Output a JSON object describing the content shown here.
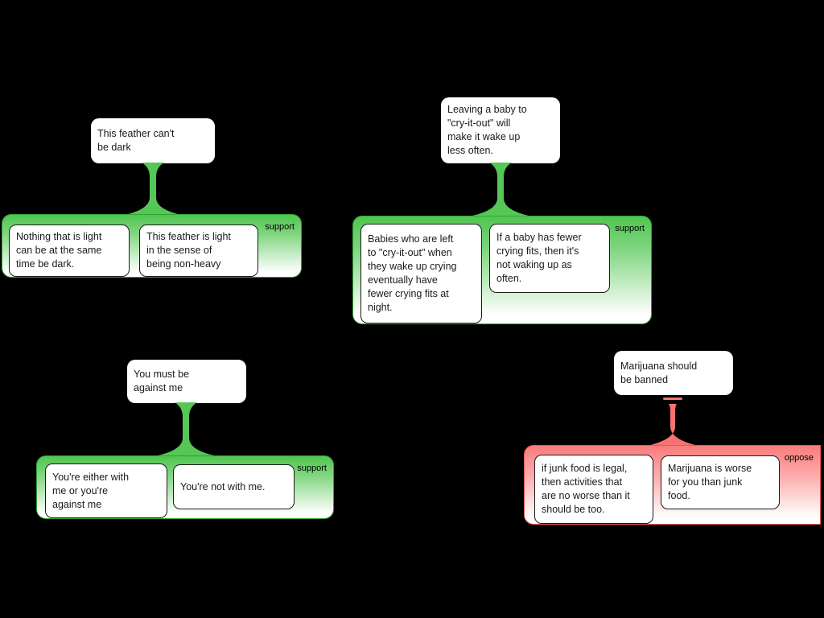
{
  "app": {
    "background": "#000000",
    "node_background": "#ffffff",
    "text_color": "#1a1a1a"
  },
  "colors": {
    "support_accent": "#55c755",
    "support_gradient_top": "#50c550",
    "support_border": "#2fa52f",
    "oppose_accent": "#f87272",
    "oppose_gradient_top": "#f97c7c",
    "oppose_border": "#e85555"
  },
  "trees": [
    {
      "id": "feather",
      "relation": "support",
      "label": "support",
      "claim": "This feather can't\nbe dark",
      "premises": [
        "Nothing that is light\ncan be at the same\ntime be dark.",
        "This feather is light\nin the sense of\nbeing non-heavy"
      ]
    },
    {
      "id": "cry-it-out",
      "relation": "support",
      "label": "support",
      "claim": "Leaving a baby to\n\"cry-it-out\" will\nmake it wake up\nless often.",
      "premises": [
        "Babies who are left\nto \"cry-it-out\" when\nthey wake up crying\neventually have\nfewer crying fits at\nnight.",
        "If a baby has fewer\ncrying fits, then it's\nnot waking up as\noften."
      ]
    },
    {
      "id": "against-me",
      "relation": "support",
      "label": "support",
      "claim": "You must be\nagainst me",
      "premises": [
        "You're either with\nme or you're\nagainst me",
        "You're not with me."
      ]
    },
    {
      "id": "marijuana",
      "relation": "oppose",
      "label": "oppose",
      "claim": "Marijuana should\nbe banned",
      "premises": [
        "if junk food is legal,\nthen activities that\nare no worse than it\nshould be too.",
        "Marijuana is worse\nfor you than junk\nfood."
      ]
    }
  ]
}
